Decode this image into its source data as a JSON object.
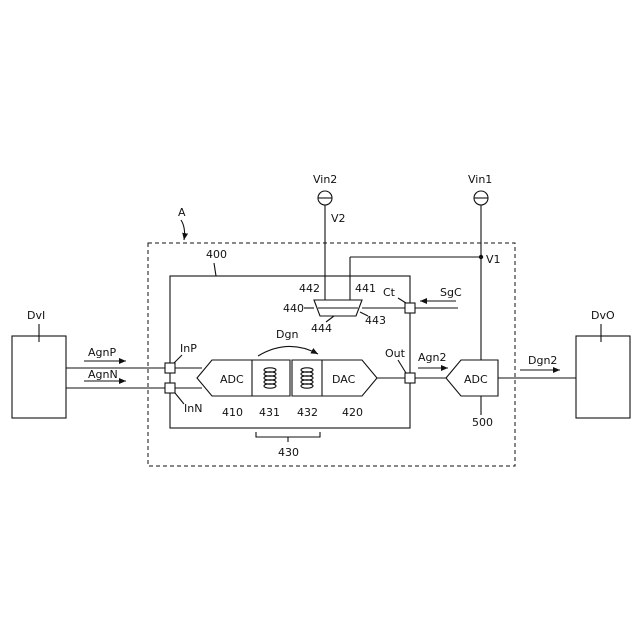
{
  "labels": {
    "dvi": "DvI",
    "dvo": "DvO",
    "a": "A",
    "n400": "400",
    "vin2": "Vin2",
    "v2": "V2",
    "vin1": "Vin1",
    "v1": "V1",
    "n442": "442",
    "n441": "441",
    "n440": "440",
    "n443": "443",
    "n444": "444",
    "ct": "Ct",
    "sgc": "SgC",
    "dgn": "Dgn",
    "agnp": "AgnP",
    "agnn": "AgnN",
    "inp": "InP",
    "inn": "InN",
    "adc_in": "ADC",
    "dac": "DAC",
    "n410": "410",
    "n431": "431",
    "n432": "432",
    "n420": "420",
    "n430": "430",
    "out": "Out",
    "agn2": "Agn2",
    "adc_out": "ADC",
    "n500": "500",
    "dgn2": "Dgn2"
  }
}
